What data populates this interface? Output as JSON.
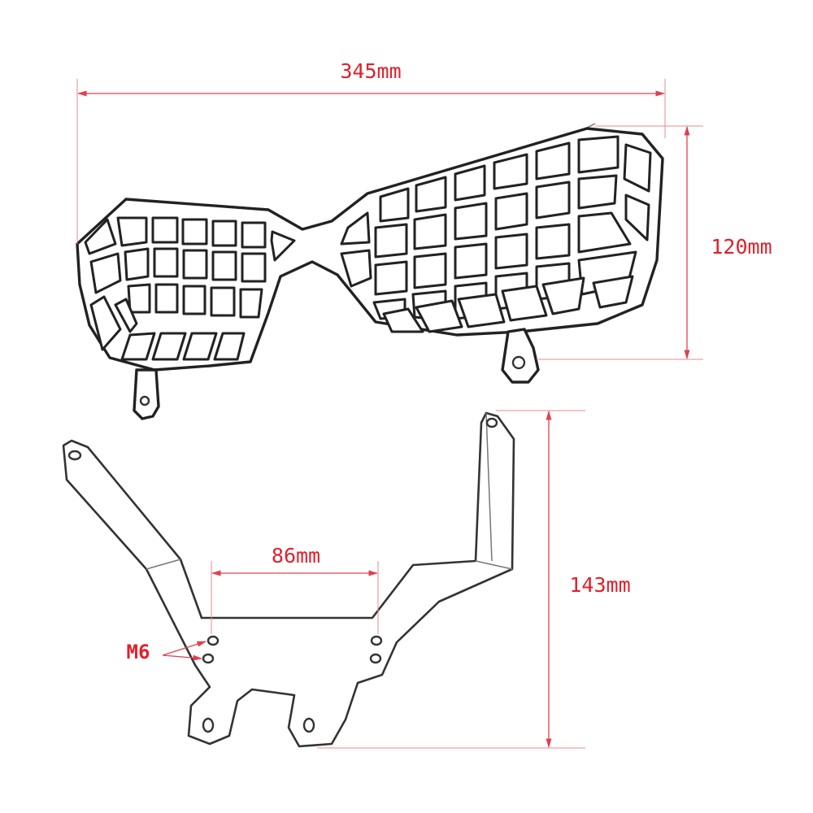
{
  "diagram": {
    "colors": {
      "dimension": "#e0202a",
      "outline": "#222222",
      "background": "#ffffff"
    },
    "dimensions": {
      "width": "345mm",
      "height": "120mm",
      "mount_spacing": "86mm",
      "bracket_height": "143mm",
      "bolt_size": "M6"
    }
  }
}
